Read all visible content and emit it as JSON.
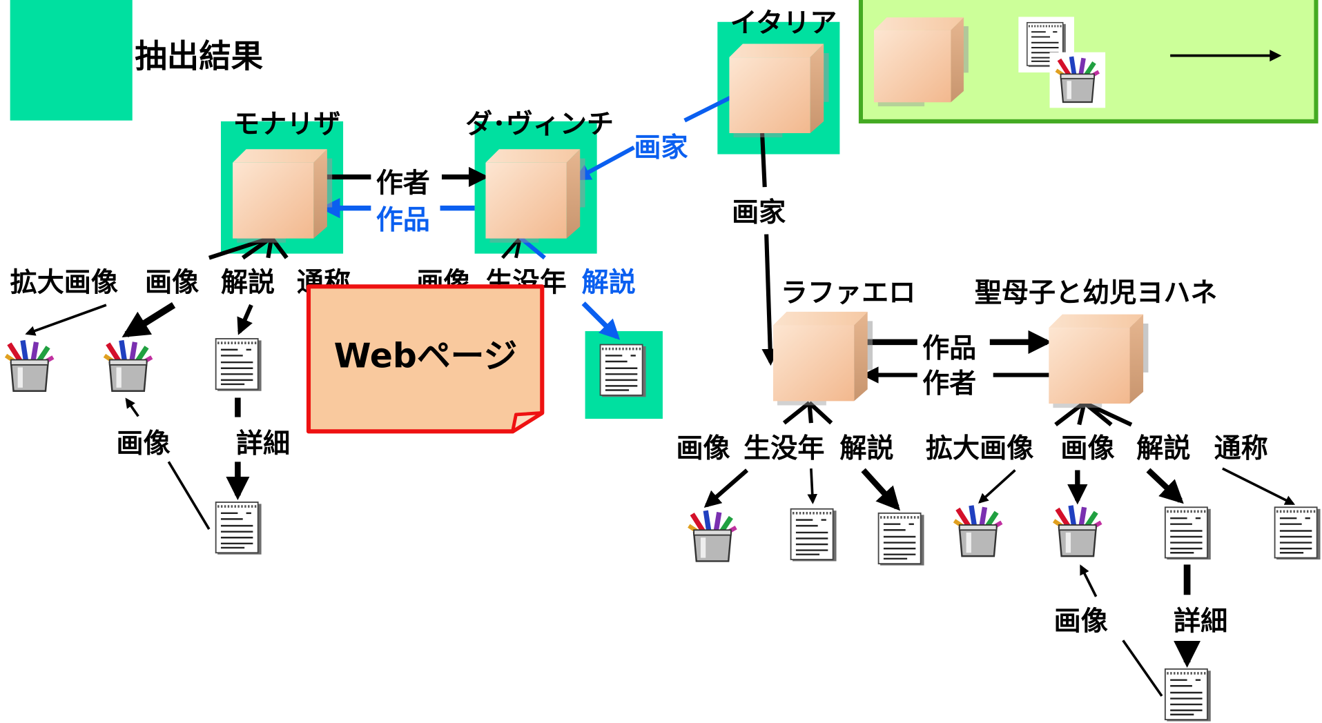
{
  "legend": {
    "swatch_label": "抽出結果"
  },
  "nodes": {
    "italy": "イタリア",
    "mona_lisa": "モナリザ",
    "da_vinci": "ダ･ヴィンチ",
    "raphael": "ラファエロ",
    "madonna": "聖母子と幼児ヨハネ"
  },
  "edges": {
    "mona_author": "作者",
    "davinci_work": "作品",
    "davinci_painter": "画家",
    "italy_painter": "画家",
    "raphael_work": "作品",
    "madonna_author": "作者"
  },
  "properties": {
    "mona_enlarged": "拡大画像",
    "mona_image": "画像",
    "mona_desc": "解説",
    "mona_alias": "通称",
    "davinci_image": "画像",
    "davinci_birth": "生没年",
    "davinci_desc": "解説",
    "mona_sub_image": "画像",
    "mona_sub_detail": "詳細",
    "raphael_image": "画像",
    "raphael_birth": "生没年",
    "raphael_desc": "解説",
    "madonna_enlarged": "拡大画像",
    "madonna_image": "画像",
    "madonna_desc": "解説",
    "madonna_alias": "通称",
    "madonna_sub_image": "画像",
    "madonna_sub_detail": "詳細"
  },
  "web_page": {
    "label": "Webページ"
  },
  "colors": {
    "highlight": "#00e0a0",
    "legend_bg": "#ccff99",
    "legend_border": "#44aa22",
    "arrow_blue": "#0a5ff0",
    "web_fill": "#f9c99e",
    "web_border": "#ee1111",
    "cube_front": "#f8c8a0",
    "cube_top": "#fbdcc0",
    "cube_side": "#dba884"
  }
}
